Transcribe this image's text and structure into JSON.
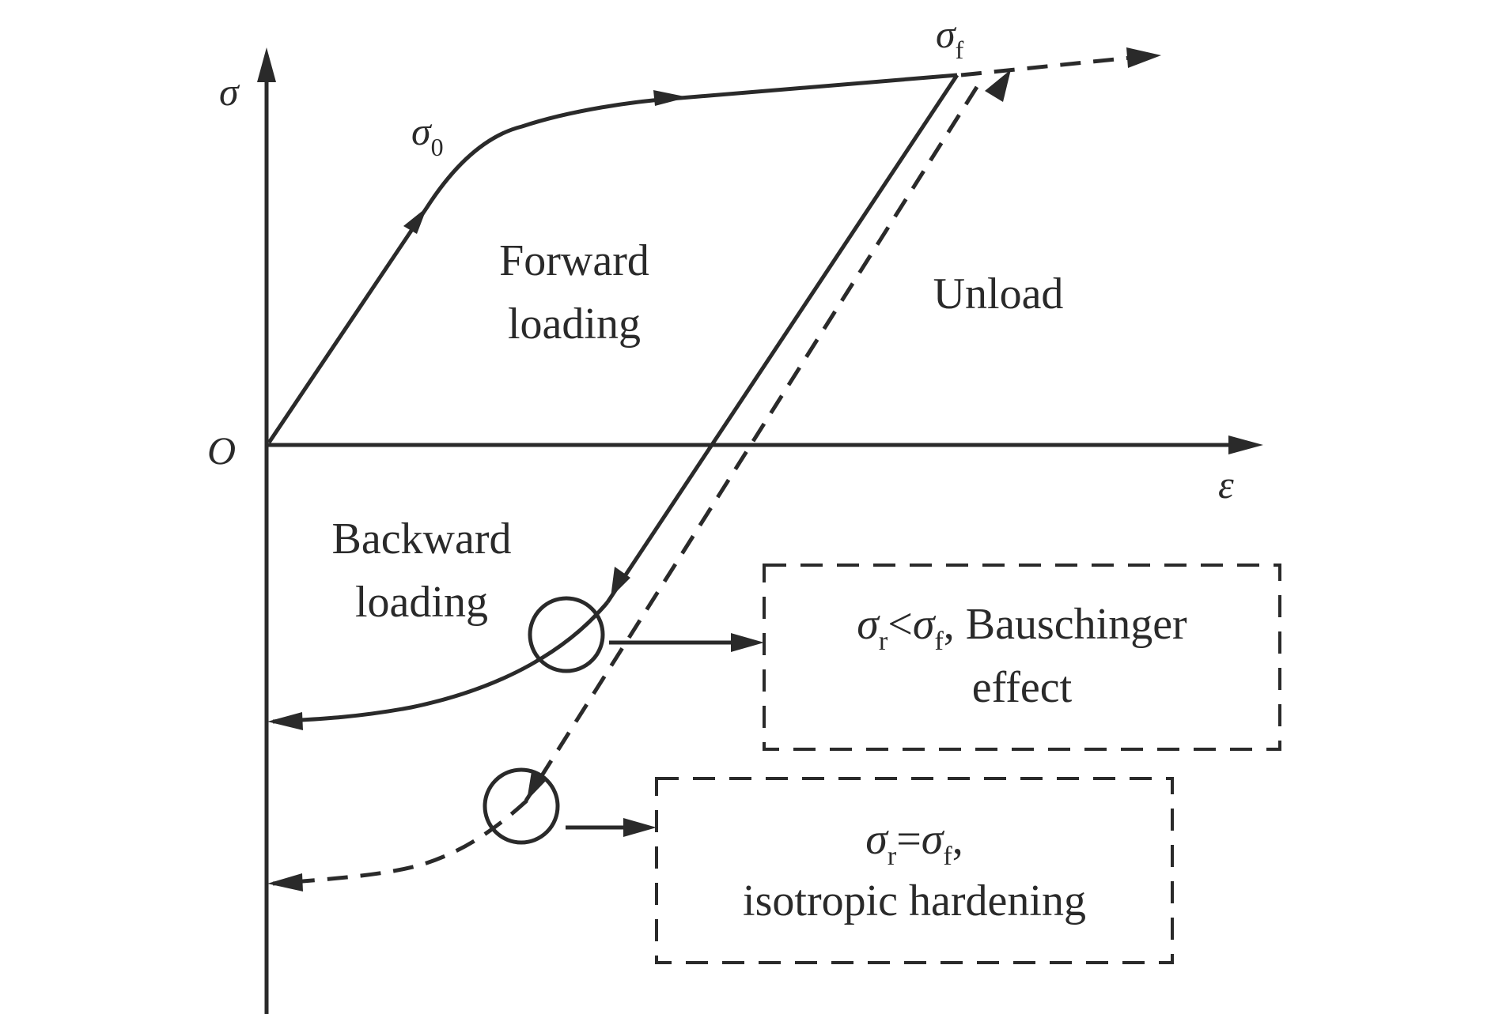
{
  "diagram": {
    "title": "Bauschinger effect vs isotropic hardening stress-strain schematic",
    "axes": {
      "y_label": "σ",
      "x_label": "ε",
      "origin_label": "O"
    },
    "point_labels": {
      "sigma0_base": "σ",
      "sigma0_sub": "0",
      "sigmaf_base": "σ",
      "sigmaf_sub": "f"
    },
    "region_labels": {
      "forward_line1": "Forward",
      "forward_line2": "loading",
      "unload": "Unload",
      "backward_line1": "Backward",
      "backward_line2": "loading"
    },
    "callouts": [
      {
        "line1_sigma_r": "σ",
        "line1_sub_r": "r",
        "line1_op": "<",
        "line1_sigma_f": "σ",
        "line1_sub_f": "f",
        "line1_rest": ", Bauschinger",
        "line2": "effect",
        "line_style": "solid"
      },
      {
        "line1_sigma_r": "σ",
        "line1_sub_r": "r",
        "line1_op": "=",
        "line1_sigma_f": "σ",
        "line1_sub_f": "f",
        "line1_rest": ",",
        "line2": "isotropic hardening",
        "line_style": "dashed"
      }
    ],
    "colors": {
      "ink": "#2a2a2a",
      "background": "#ffffff"
    }
  }
}
